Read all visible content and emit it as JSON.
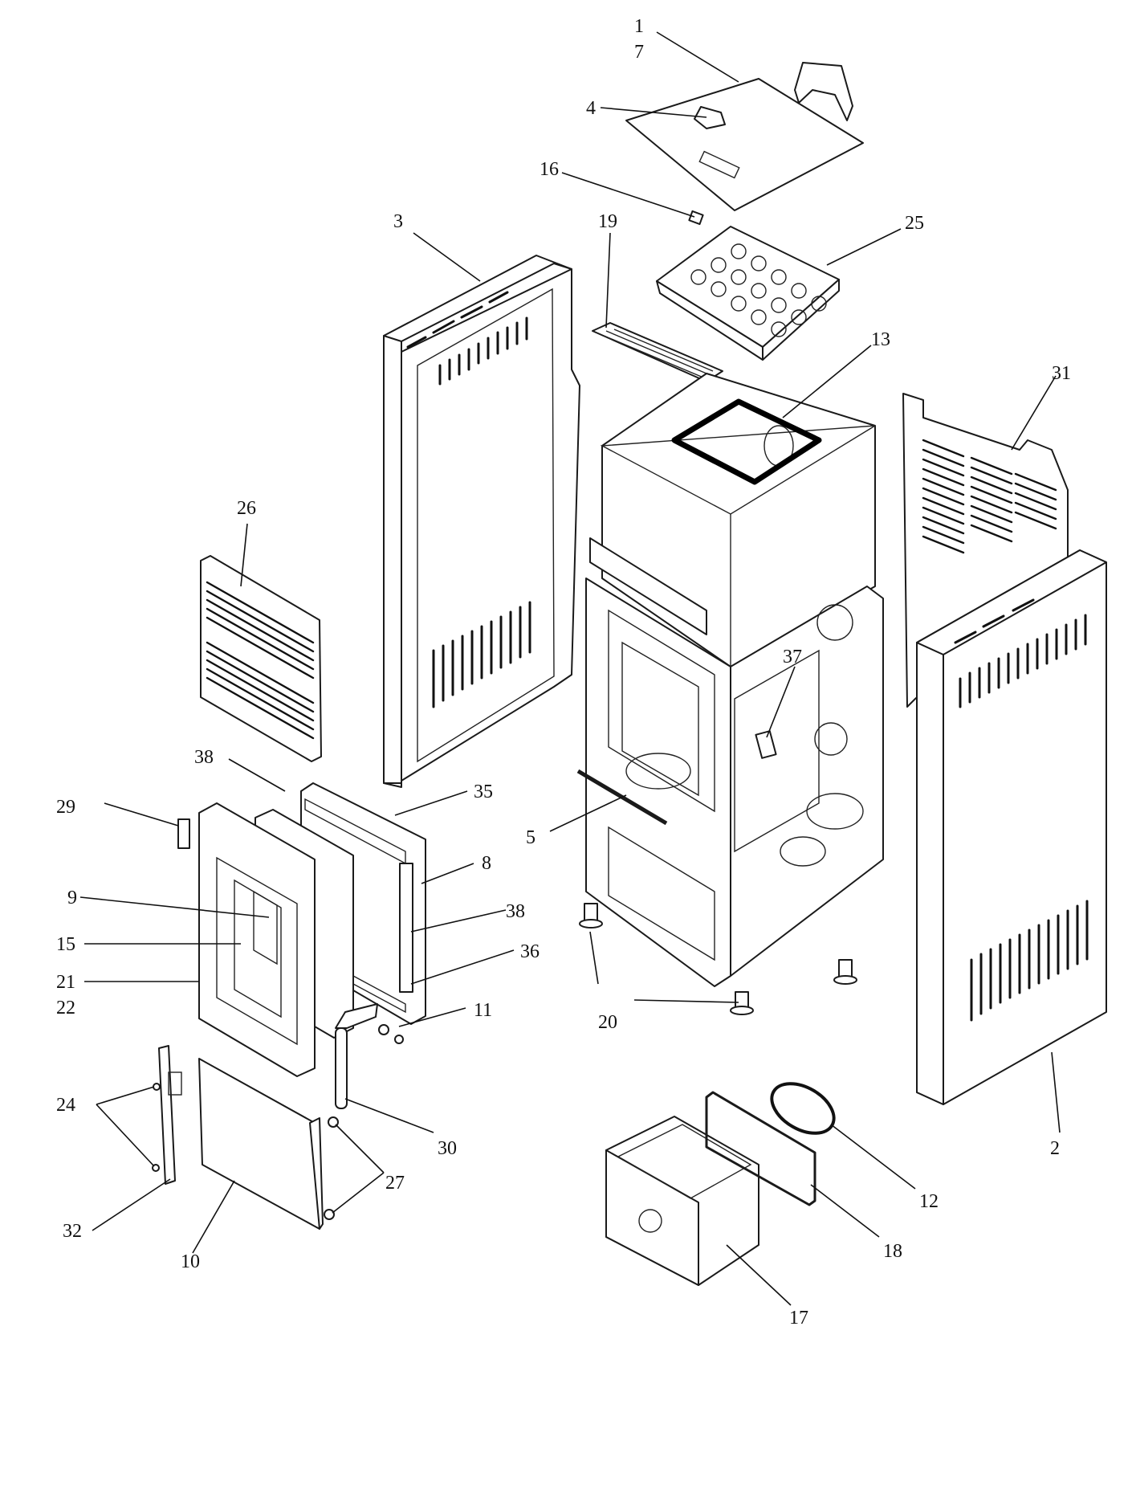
{
  "labels": {
    "p1": "1",
    "p7": "7",
    "p4": "4",
    "p16": "16",
    "p19": "19",
    "p25": "25",
    "p3": "3",
    "p13": "13",
    "p31": "31",
    "p26": "26",
    "p37": "37",
    "p38a": "38",
    "p35": "35",
    "p29": "29",
    "p5": "5",
    "p8": "8",
    "p9": "9",
    "p38b": "38",
    "p15": "15",
    "p36": "36",
    "p21": "21",
    "p22": "22",
    "p11": "11",
    "p20": "20",
    "p24": "24",
    "p30": "30",
    "p2": "2",
    "p27": "27",
    "p12": "12",
    "p32": "32",
    "p18": "18",
    "p10": "10",
    "p17": "17"
  }
}
